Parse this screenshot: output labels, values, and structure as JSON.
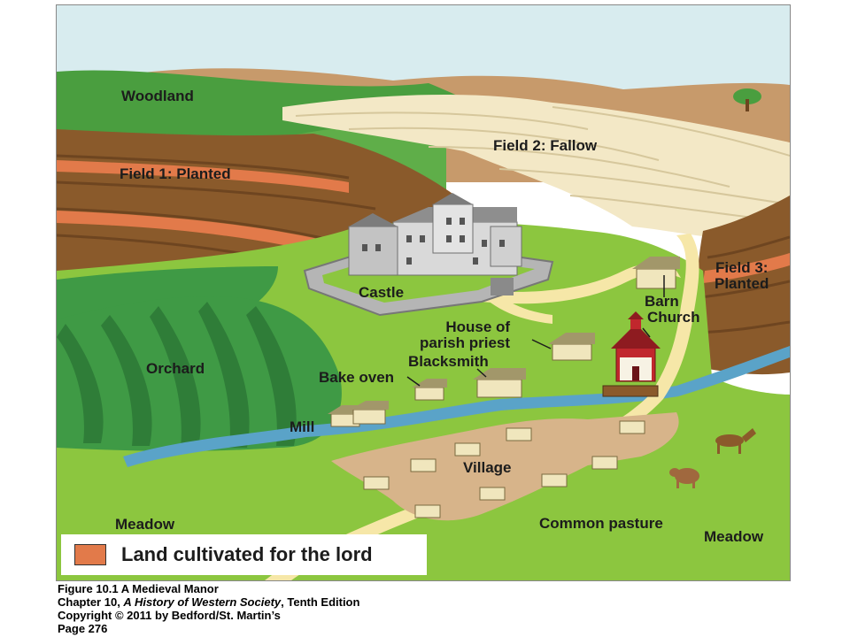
{
  "map": {
    "labels": {
      "woodland": "Woodland",
      "field1": "Field 1: Planted",
      "field2": "Field 2: Fallow",
      "field3": "Field 3:\nPlanted",
      "castle": "Castle",
      "barn": "Barn",
      "church": "Church",
      "house_of_parish_priest": "House of\nparish priest",
      "blacksmith": "Blacksmith",
      "bake_oven": "Bake oven",
      "orchard": "Orchard",
      "mill": "Mill",
      "village": "Village",
      "meadow_left": "Meadow",
      "common_pasture": "Common pasture",
      "meadow_right": "Meadow"
    },
    "colors": {
      "sky": "#d8ecef",
      "grass": "#8cc63f",
      "dark_green": "#3f9a45",
      "plowed_brown": "#8a5a2b",
      "lord_land": "#e27a4a",
      "fallow": "#f3e8c6",
      "river": "#5aa3c8",
      "road": "#f6e7a8",
      "village_ground": "#d7b48a"
    }
  },
  "legend": {
    "swatch_color": "#e27a4a",
    "text": "Land cultivated for the lord"
  },
  "caption": {
    "line1": "Figure 10.1 A Medieval Manor",
    "line2_prefix": "Chapter 10, ",
    "line2_italic": "A History of Western Society",
    "line2_suffix": ", Tenth Edition",
    "line3": "Copyright © 2011 by Bedford/St. Martin’s",
    "line4": "Page 276"
  }
}
